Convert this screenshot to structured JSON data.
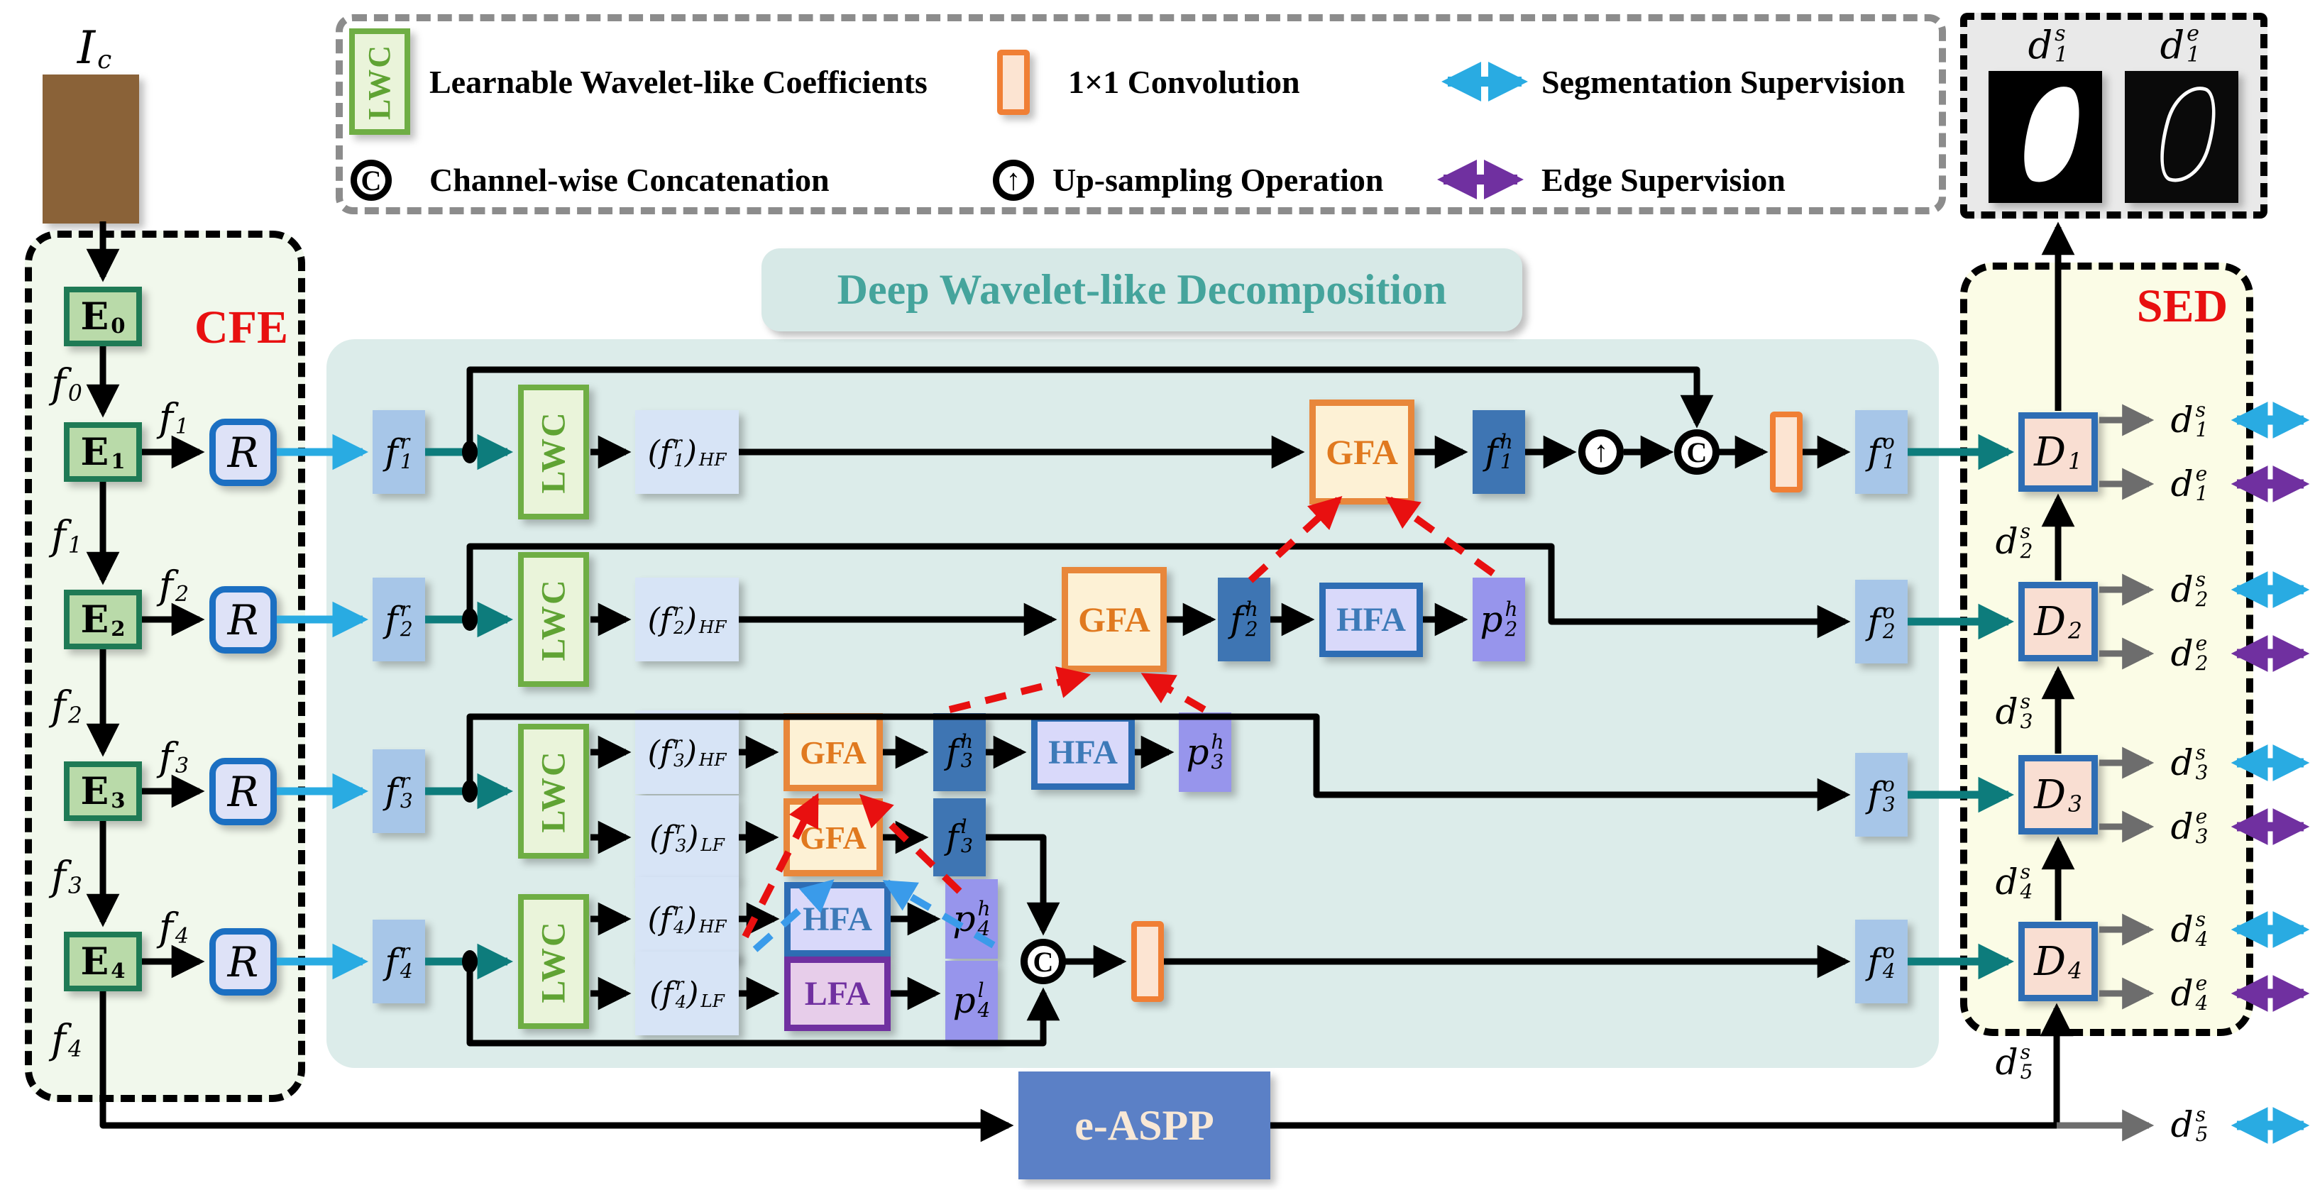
{
  "colors": {
    "accent_red": "#e81010",
    "teal_arrow": "#0d7c7c",
    "cyan_supervision": "#29abe2",
    "purple_supervision": "#7030a0",
    "blue_dash": "#3a9bea",
    "red_dash": "#e81010",
    "dwd_bg": "#dcecea",
    "cfe_bg": "#f1f8ec",
    "sed_bg": "#fbfce6",
    "title_teal": "#45a49c",
    "gfa_orange": "#e8873b",
    "hfa_blue": "#2e6db4",
    "lfa_purple": "#7030a0",
    "lwc_green": "#6fae44",
    "easpp_blue": "#5b80c6"
  },
  "legend": {
    "lwc_icon": "LWC",
    "concat_icon": "C",
    "upsample_icon": "↑",
    "item1": "Learnable Wavelet-like Coefficients",
    "item2": "1×1 Convolution",
    "item3": "Segmentation Supervision",
    "item4": "Channel-wise Concatenation",
    "item5": "Up-sampling Operation",
    "item6": "Edge Supervision"
  },
  "cfe": {
    "title": "CFE",
    "r_label": "R"
  },
  "dwd": {
    "title": "Deep Wavelet-like Decomposition",
    "lwc": "LWC",
    "gfa": "GFA",
    "hfa": "HFA",
    "lfa": "LFA"
  },
  "sed": {
    "title": "SED"
  },
  "easpp": {
    "label": "e-ASPP"
  },
  "labels": {
    "ic": [
      {
        "t": "I",
        "sub": "c"
      }
    ],
    "e0": [
      {
        "t": "E",
        "sub": "0"
      }
    ],
    "e1": [
      {
        "t": "E",
        "sub": "1"
      }
    ],
    "e2": [
      {
        "t": "E",
        "sub": "2"
      }
    ],
    "e3": [
      {
        "t": "E",
        "sub": "3"
      }
    ],
    "e4": [
      {
        "t": "E",
        "sub": "4"
      }
    ],
    "f0": [
      {
        "t": "f",
        "sub": "0"
      }
    ],
    "f1": [
      {
        "t": "f",
        "sub": "1"
      }
    ],
    "f2": [
      {
        "t": "f",
        "sub": "2"
      }
    ],
    "f3": [
      {
        "t": "f",
        "sub": "3"
      }
    ],
    "f4": [
      {
        "t": "f",
        "sub": "4"
      }
    ],
    "f1r": [
      {
        "t": "f",
        "sup": "r",
        "sub": "1"
      }
    ],
    "f2r": [
      {
        "t": "f",
        "sup": "r",
        "sub": "2"
      }
    ],
    "f3r": [
      {
        "t": "f",
        "sup": "r",
        "sub": "3"
      }
    ],
    "f4r": [
      {
        "t": "f",
        "sup": "r",
        "sub": "4"
      }
    ],
    "f1rhf": [
      {
        "t": "("
      },
      {
        "t": "f",
        "sup": "r",
        "sub": "1"
      },
      {
        "t": ")",
        "sub": "HF"
      }
    ],
    "f2rhf": [
      {
        "t": "("
      },
      {
        "t": "f",
        "sup": "r",
        "sub": "2"
      },
      {
        "t": ")",
        "sub": "HF"
      }
    ],
    "f3rhf": [
      {
        "t": "("
      },
      {
        "t": "f",
        "sup": "r",
        "sub": "3"
      },
      {
        "t": ")",
        "sub": "HF"
      }
    ],
    "f3rlf": [
      {
        "t": "("
      },
      {
        "t": "f",
        "sup": "r",
        "sub": "3"
      },
      {
        "t": ")",
        "sub": "LF"
      }
    ],
    "f4rhf": [
      {
        "t": "("
      },
      {
        "t": "f",
        "sup": "r",
        "sub": "4"
      },
      {
        "t": ")",
        "sub": "HF"
      }
    ],
    "f4rlf": [
      {
        "t": "("
      },
      {
        "t": "f",
        "sup": "r",
        "sub": "4"
      },
      {
        "t": ")",
        "sub": "LF"
      }
    ],
    "f1h": [
      {
        "t": "f",
        "sup": "h",
        "sub": "1"
      }
    ],
    "f2h": [
      {
        "t": "f",
        "sup": "h",
        "sub": "2"
      }
    ],
    "f3h": [
      {
        "t": "f",
        "sup": "h",
        "sub": "3"
      }
    ],
    "f3l": [
      {
        "t": "f",
        "sup": "l",
        "sub": "3"
      }
    ],
    "p2h": [
      {
        "t": "p",
        "sup": "h",
        "sub": "2"
      }
    ],
    "p3h": [
      {
        "t": "p",
        "sup": "h",
        "sub": "3"
      }
    ],
    "p4h": [
      {
        "t": "p",
        "sup": "h",
        "sub": "4"
      }
    ],
    "p4l": [
      {
        "t": "p",
        "sup": "l",
        "sub": "4"
      }
    ],
    "f1o": [
      {
        "t": "f",
        "sup": "o",
        "sub": "1"
      }
    ],
    "f2o": [
      {
        "t": "f",
        "sup": "o",
        "sub": "2"
      }
    ],
    "f3o": [
      {
        "t": "f",
        "sup": "o",
        "sub": "3"
      }
    ],
    "f4o": [
      {
        "t": "f",
        "sup": "o",
        "sub": "4"
      }
    ],
    "d1": [
      {
        "t": "D",
        "sub": "1"
      }
    ],
    "d2": [
      {
        "t": "D",
        "sub": "2"
      }
    ],
    "d3": [
      {
        "t": "D",
        "sub": "3"
      }
    ],
    "d4": [
      {
        "t": "D",
        "sub": "4"
      }
    ],
    "d1s": [
      {
        "t": "d",
        "sup": "s",
        "sub": "1"
      }
    ],
    "d1e": [
      {
        "t": "d",
        "sup": "e",
        "sub": "1"
      }
    ],
    "d2s": [
      {
        "t": "d",
        "sup": "s",
        "sub": "2"
      }
    ],
    "d2e": [
      {
        "t": "d",
        "sup": "e",
        "sub": "2"
      }
    ],
    "d3s": [
      {
        "t": "d",
        "sup": "s",
        "sub": "3"
      }
    ],
    "d3e": [
      {
        "t": "d",
        "sup": "e",
        "sub": "3"
      }
    ],
    "d4s": [
      {
        "t": "d",
        "sup": "s",
        "sub": "4"
      }
    ],
    "d4e": [
      {
        "t": "d",
        "sup": "e",
        "sub": "4"
      }
    ],
    "d5s": [
      {
        "t": "d",
        "sup": "s",
        "sub": "5"
      }
    ]
  }
}
